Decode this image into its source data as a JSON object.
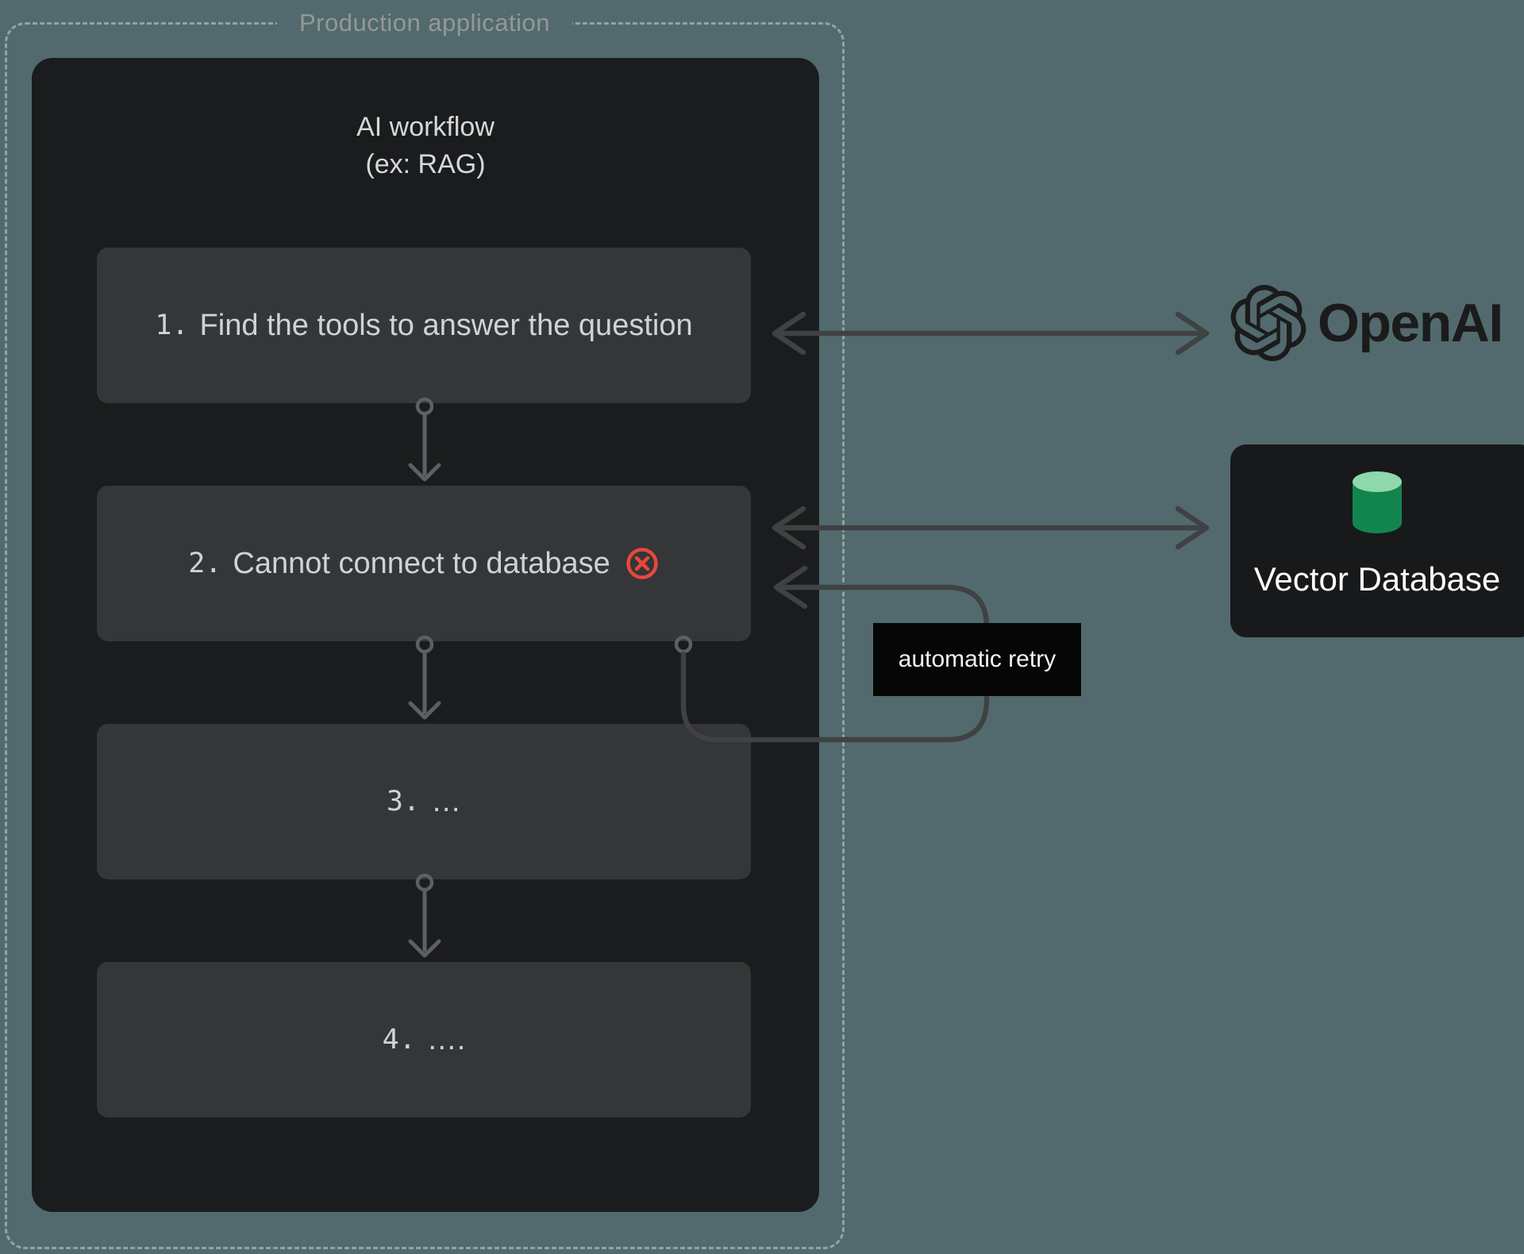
{
  "colors": {
    "background": "#526a6d",
    "panel": "#1b1c1d",
    "step_box": "#343638",
    "step_text": "#cfd3d6",
    "panel_title": "#d6d8da",
    "container_label": "#939997",
    "dashed_border": "#9aa09e",
    "arrow_dark": "#3f4143",
    "arrow_light": "#5d5f61",
    "error_red": "#e8473c",
    "retry_bg": "#060606",
    "retry_text": "#f3f3f3",
    "card_bg": "#18191a",
    "card_text": "#fbfbfb",
    "db_green_top": "#8fd8ab",
    "db_green_body": "#12854f",
    "logo_ink": "#1b1b1b"
  },
  "production_app": {
    "label": "Production application"
  },
  "workflow": {
    "title_line1": "AI workflow",
    "title_line2": "(ex: RAG)",
    "steps": [
      {
        "number": "1.",
        "text": "Find the tools to answer the question"
      },
      {
        "number": "2.",
        "text": "Cannot connect to database"
      },
      {
        "number": "3.",
        "text": "…"
      },
      {
        "number": "4.",
        "text": "…."
      }
    ]
  },
  "retry": {
    "label": "automatic retry"
  },
  "integrations": {
    "openai_label": "OpenAI",
    "vector_db_label": "Vector Database"
  }
}
